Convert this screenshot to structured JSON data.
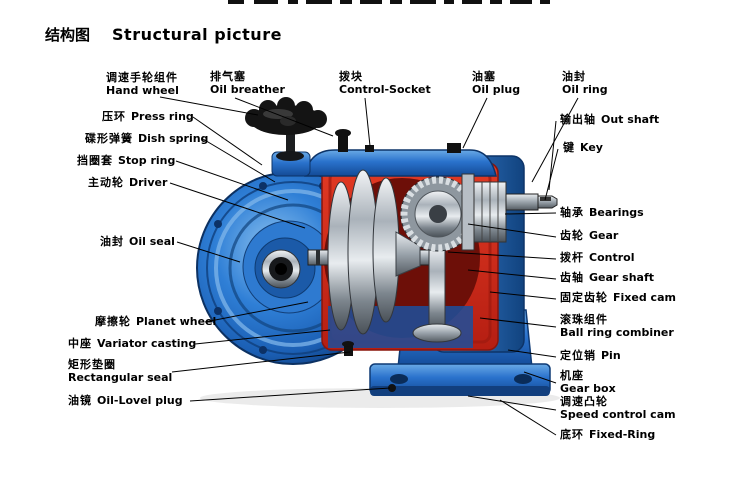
{
  "page": {
    "title_zh": "结构图",
    "title_en": "Structural picture"
  },
  "colors": {
    "housing_blue": "#2a72cc",
    "section_red": "#cf2415",
    "metal_gray": "#aab2ba",
    "knob_black": "#141414"
  },
  "labels": {
    "hand_wheel": {
      "zh": "调速手轮组件",
      "en": "Hand wheel"
    },
    "oil_breather": {
      "zh": "排气塞",
      "en": "Oil breather"
    },
    "control_socket": {
      "zh": "拨块",
      "en": "Control-Socket"
    },
    "oil_plug": {
      "zh": "油塞",
      "en": "Oil plug"
    },
    "oil_ring": {
      "zh": "油封",
      "en": "Oil ring"
    },
    "press_ring": {
      "zh": "压环",
      "en": "Press ring"
    },
    "dish_spring": {
      "zh": "碟形弹簧",
      "en": "Dish spring"
    },
    "out_shaft": {
      "zh": "输出轴",
      "en": "Out shaft"
    },
    "stop_ring": {
      "zh": "挡圈套",
      "en": "Stop ring"
    },
    "key": {
      "zh": "键",
      "en": "Key"
    },
    "driver": {
      "zh": "主动轮",
      "en": "Driver"
    },
    "oil_seal": {
      "zh": "油封",
      "en": "Oil seal"
    },
    "bearings": {
      "zh": "轴承",
      "en": "Bearings"
    },
    "gear": {
      "zh": "齿轮",
      "en": "Gear"
    },
    "control": {
      "zh": "拨杆",
      "en": "Control"
    },
    "gear_shaft": {
      "zh": "齿轴",
      "en": "Gear shaft"
    },
    "fixed_cam": {
      "zh": "固定齿轮",
      "en": "Fixed cam"
    },
    "planet_wheel": {
      "zh": "摩擦轮",
      "en": "Planet wheel"
    },
    "ball_ring_combiner": {
      "zh": "滚珠组件",
      "en": "Ball ring combiner"
    },
    "variator_casting": {
      "zh": "中座",
      "en": "Variator casting"
    },
    "pin": {
      "zh": "定位销",
      "en": "Pin"
    },
    "rectangular_seal": {
      "zh": "矩形垫圈",
      "en": "Rectangular seal"
    },
    "gear_box": {
      "zh": "机座",
      "en": "Gear box"
    },
    "oil_level_plug": {
      "zh": "油镜",
      "en": "Oil-Lovel plug"
    },
    "speed_control_cam": {
      "zh": "调速凸轮",
      "en": "Speed control cam"
    },
    "fixed_ring": {
      "zh": "底环",
      "en": "Fixed-Ring"
    }
  }
}
